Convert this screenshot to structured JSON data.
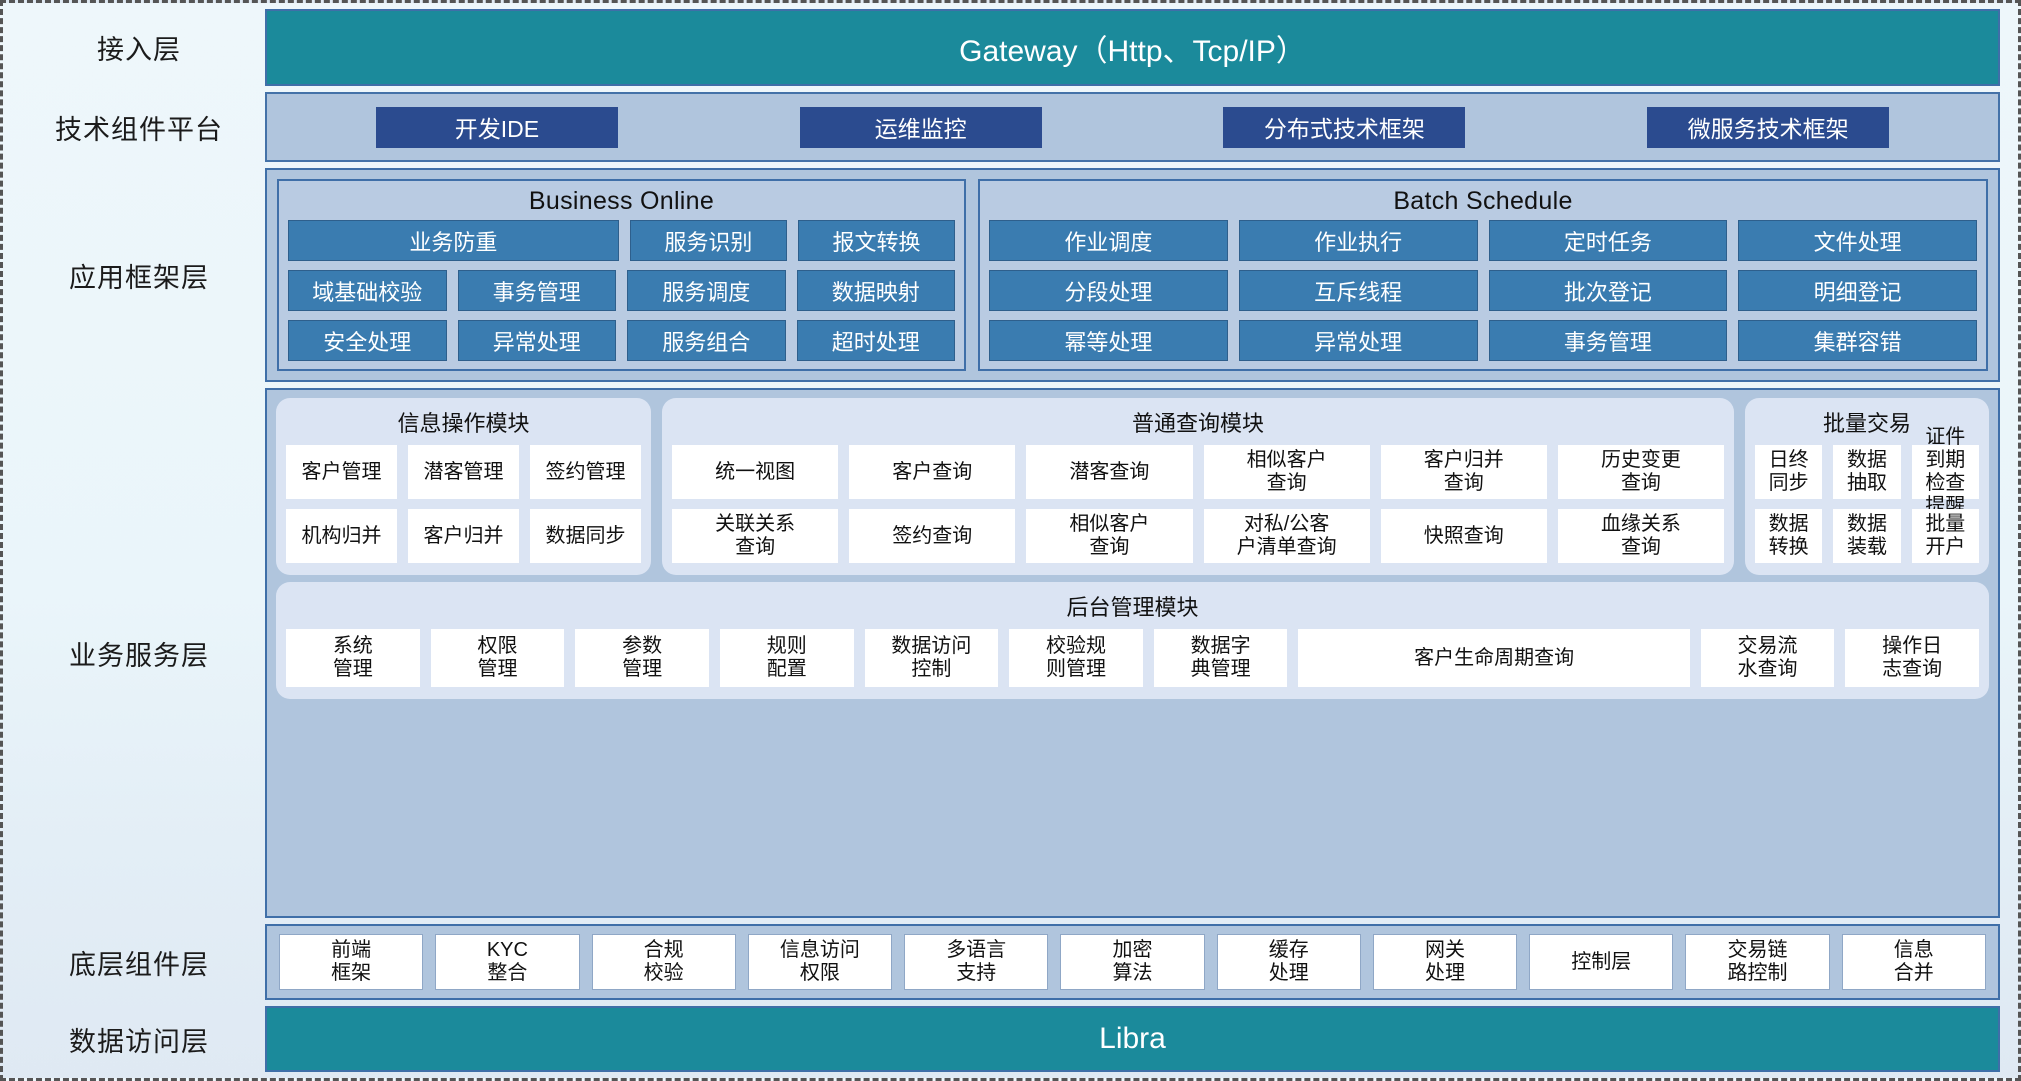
{
  "layers": [
    {
      "id": "access",
      "label": "接入层"
    },
    {
      "id": "tech",
      "label": "技术组件平台"
    },
    {
      "id": "appframework",
      "label": "应用框架层"
    },
    {
      "id": "bizservice",
      "label": "业务服务层"
    },
    {
      "id": "basecomponent",
      "label": "底层组件层"
    },
    {
      "id": "dataaccess",
      "label": "数据访问层"
    }
  ],
  "gateway": {
    "title": "Gateway（Http、Tcp/IP）"
  },
  "libra": {
    "title": "Libra"
  },
  "tech_platform": {
    "items": [
      "开发IDE",
      "运维监控",
      "分布式技术框架",
      "微服务技术框架"
    ]
  },
  "app_framework": {
    "groups": [
      {
        "title": "Business Online",
        "rows": [
          [
            "业务防重",
            "服务识别",
            "报文转换"
          ],
          [
            "域基础校验",
            "事务管理",
            "服务调度",
            "数据映射"
          ],
          [
            "安全处理",
            "异常处理",
            "服务组合",
            "超时处理"
          ]
        ]
      },
      {
        "title": "Batch Schedule",
        "rows": [
          [
            "作业调度",
            "作业执行",
            "定时任务",
            "文件处理"
          ],
          [
            "分段处理",
            "互斥线程",
            "批次登记",
            "明细登记"
          ],
          [
            "幂等处理",
            "异常处理",
            "事务管理",
            "集群容错"
          ]
        ]
      }
    ]
  },
  "business_service": {
    "groups": [
      {
        "id": "info-op",
        "title": "信息操作模块",
        "rows": [
          [
            "客户管理",
            "潜客管理",
            "签约管理"
          ],
          [
            "机构归并",
            "客户归并",
            "数据同步"
          ]
        ]
      },
      {
        "id": "common-query",
        "title": "普通查询模块",
        "rows": [
          [
            "统一视图",
            "客户查询",
            "潜客查询",
            "相似客户\n查询",
            "客户归并\n查询",
            "历史变更\n查询"
          ],
          [
            "关联关系\n查询",
            "签约查询",
            "相似客户\n查询",
            "对私/公客\n户清单查询",
            "快照查询",
            "血缘关系\n查询"
          ]
        ]
      },
      {
        "id": "batch-trade",
        "title": "批量交易",
        "rows": [
          [
            "日终\n同步",
            "数据\n抽取",
            "证件到期\n检查提醒"
          ],
          [
            "数据\n转换",
            "数据\n装载",
            "批量\n开户"
          ]
        ]
      },
      {
        "id": "backend-admin",
        "title": "后台管理模块",
        "rows": [
          [
            "系统\n管理",
            "权限\n管理",
            "参数\n管理",
            "规则\n配置",
            "数据访问\n控制",
            "校验规\n则管理",
            "数据字\n典管理",
            "客户生命周期查询",
            "交易流\n水查询",
            "操作日\n志查询"
          ]
        ]
      }
    ]
  },
  "base_components": {
    "items": [
      "前端\n框架",
      "KYC\n整合",
      "合规\n校验",
      "信息访问\n权限",
      "多语言\n支持",
      "加密\n算法",
      "缓存\n处理",
      "网关\n处理",
      "控制层",
      "交易链\n路控制",
      "信息\n合并"
    ]
  },
  "colors": {
    "teal": "#1b8a9b",
    "navy": "#2b4b8f",
    "panel_blue": "#b0c5dd",
    "app_cell": "#3a7cb0",
    "group_light": "#dbe4f3",
    "border": "#3f6fa8"
  }
}
